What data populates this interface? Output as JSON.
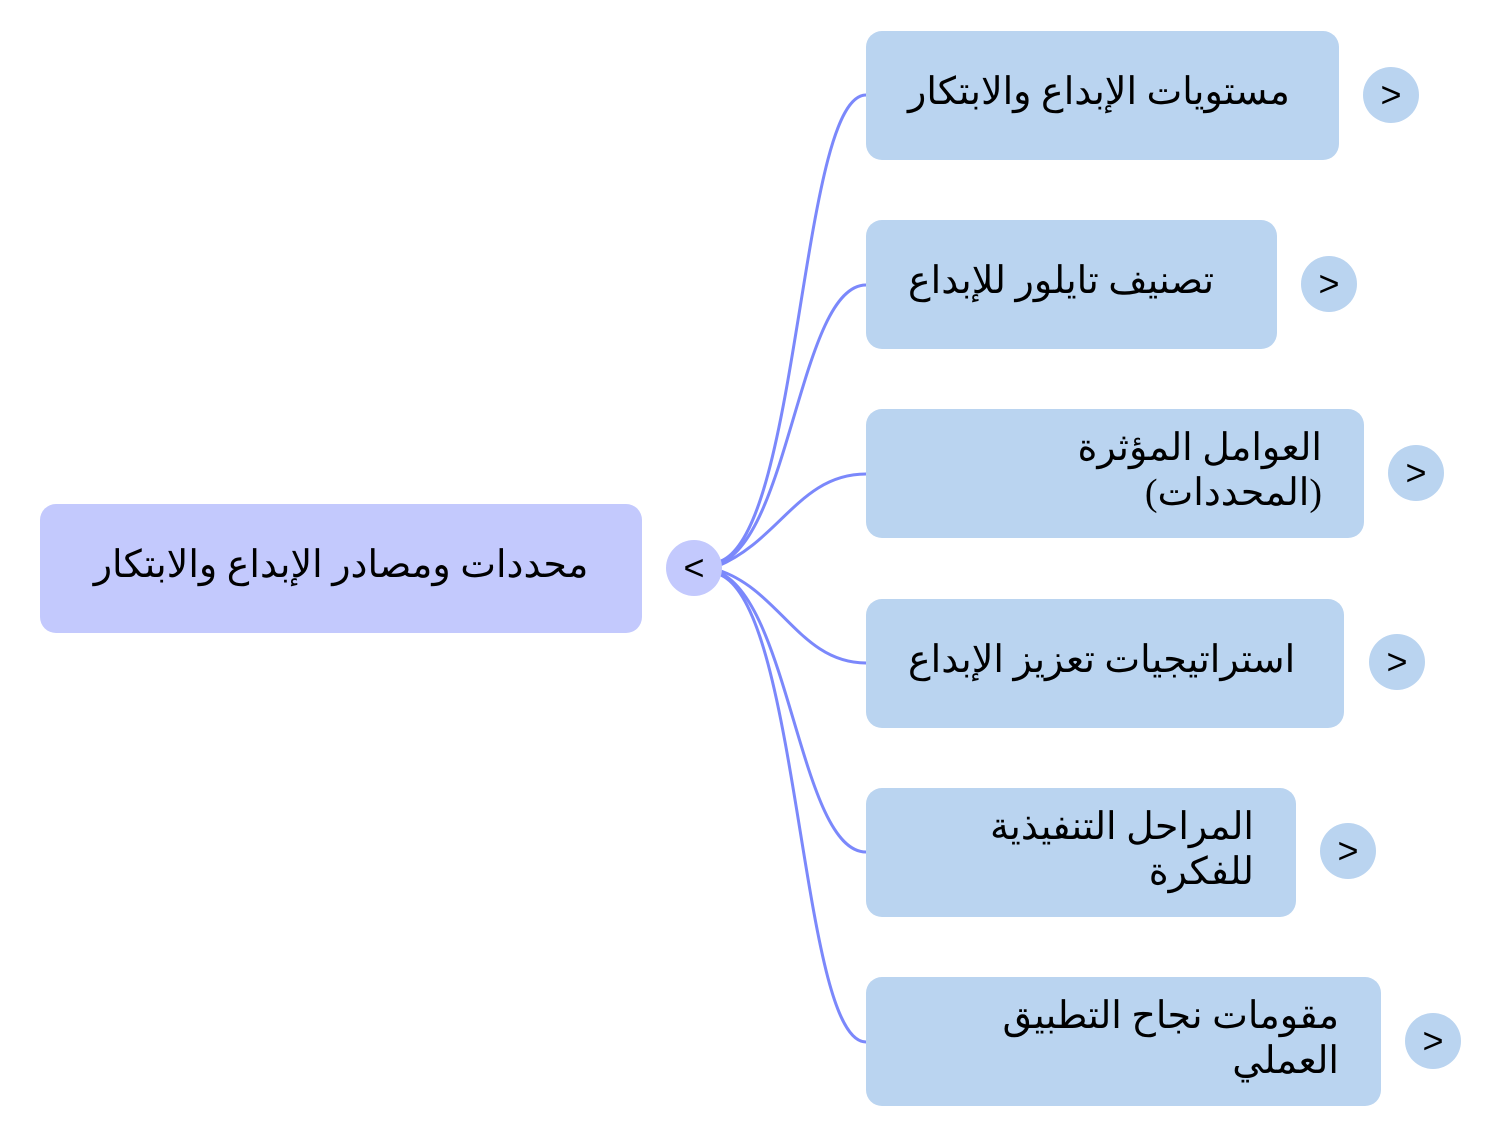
{
  "colors": {
    "root": "#c3c9fd",
    "child": "#bad4f0",
    "link": "#7b88fb"
  },
  "root": {
    "label": "محددات ومصادر الإبداع والابتكار",
    "toggle": "<"
  },
  "children": [
    {
      "label": "مستويات الإبداع والابتكار",
      "toggle": ">"
    },
    {
      "label": "تصنيف تايلور للإبداع",
      "toggle": ">"
    },
    {
      "label": "العوامل المؤثرة (المحددات)",
      "toggle": ">"
    },
    {
      "label": "استراتيجيات تعزيز الإبداع",
      "toggle": ">"
    },
    {
      "label": "المراحل التنفيذية للفكرة",
      "toggle": ">"
    },
    {
      "label": "مقومات نجاح التطبيق العملي",
      "toggle": ">"
    }
  ]
}
